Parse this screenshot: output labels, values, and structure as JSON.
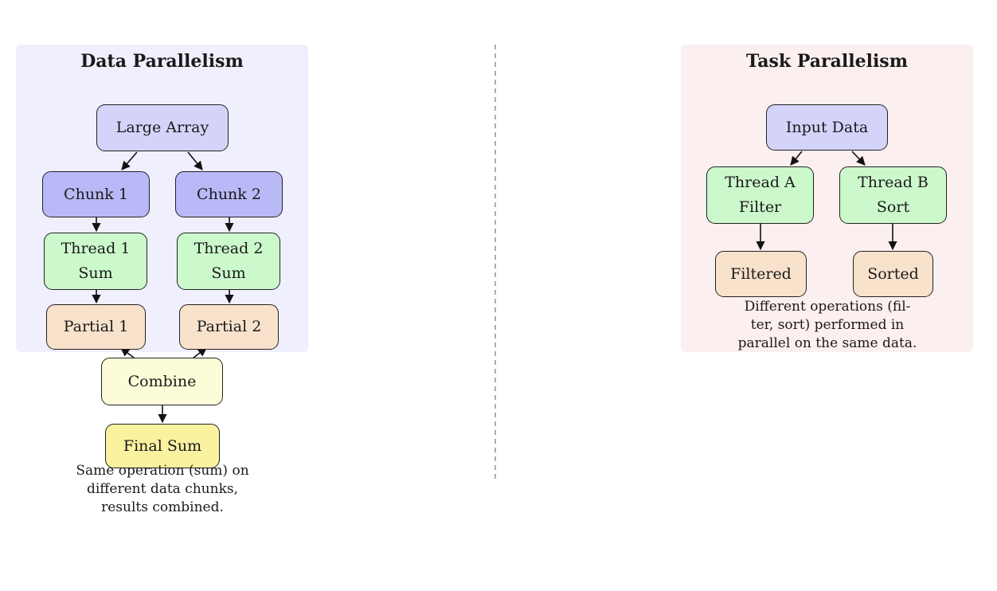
{
  "data_parallelism": {
    "title": "Data Parallelism",
    "nodes": {
      "large_array": "Large Array",
      "chunk_1": "Chunk 1",
      "chunk_2": "Chunk 2",
      "thread_1": [
        "Thread 1",
        "Sum"
      ],
      "thread_2": [
        "Thread 2",
        "Sum"
      ],
      "partial_1": "Partial 1",
      "partial_2": "Partial 2",
      "combine": "Combine",
      "final_sum": "Final Sum"
    },
    "caption": [
      "Same operation (sum) on",
      "different data chunks,",
      "results combined."
    ]
  },
  "task_parallelism": {
    "title": "Task Parallelism",
    "nodes": {
      "input_data": "Input Data",
      "thread_a": [
        "Thread A",
        "Filter"
      ],
      "thread_b": [
        "Thread B",
        "Sort"
      ],
      "filtered": "Filtered",
      "sorted": "Sorted"
    },
    "caption": [
      "Different operations (fil-",
      "ter, sort) performed in",
      "parallel on the same data."
    ]
  },
  "colors": {
    "data_panel_bg": "#efeffd",
    "task_panel_bg": "#fcefef",
    "source_node": "#d4d4fb",
    "chunk_node": "#b9b9f7",
    "thread_node": "#ccf9cc",
    "result_node": "#f9e2cc",
    "combine_node": "#fdfcd8",
    "final_node": "#fbf2a0"
  }
}
